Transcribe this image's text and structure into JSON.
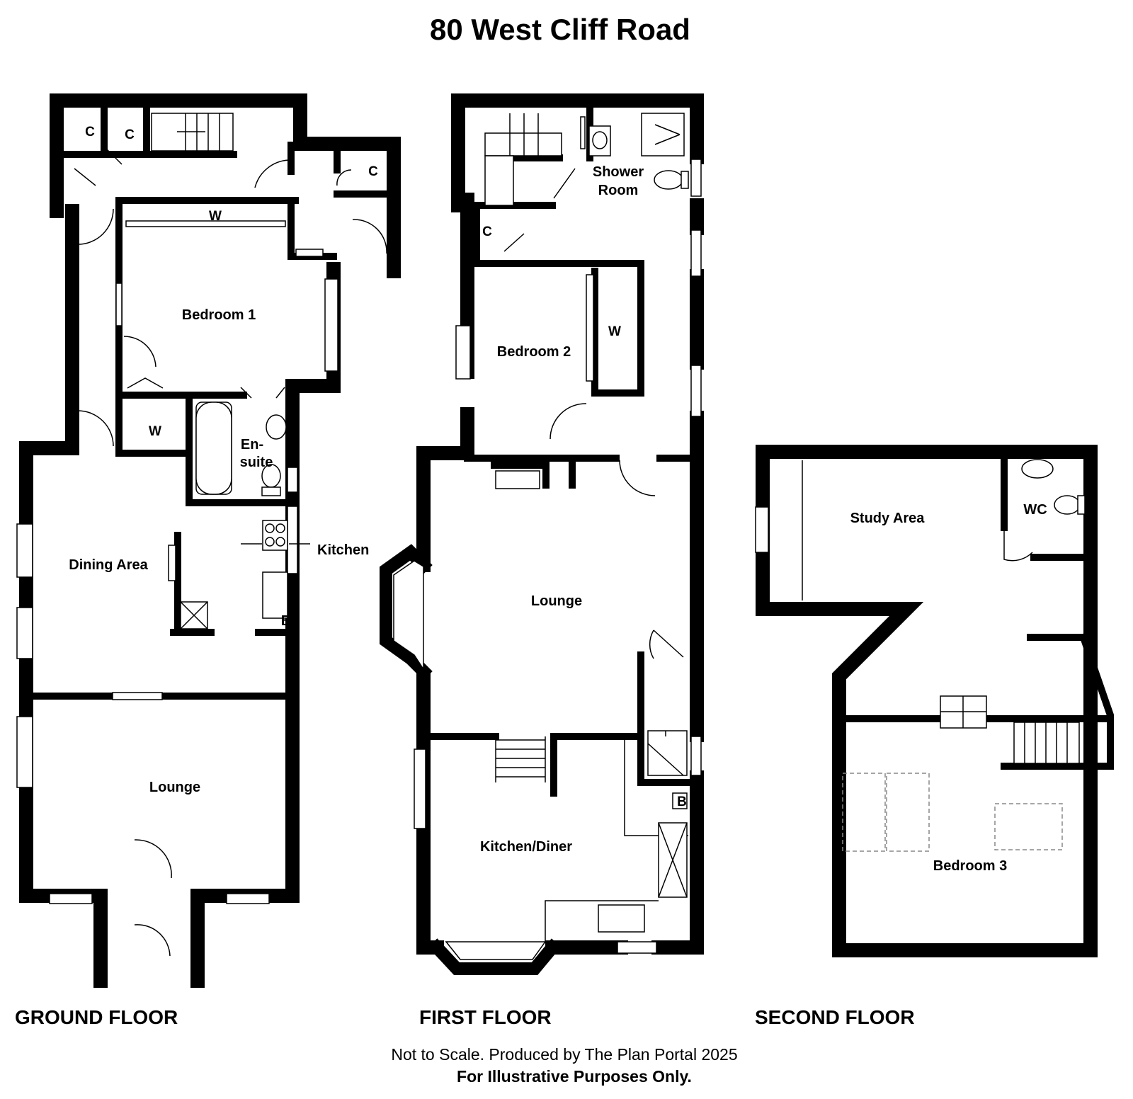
{
  "title": "80 West Cliff Road",
  "floors": {
    "ground": {
      "label": "GROUND FLOOR",
      "rooms": {
        "cupboard_1": "C",
        "cupboard_2": "C",
        "cupboard_3": "C",
        "wardrobe_1": "W",
        "bedroom_1": "Bedroom 1",
        "wardrobe_2": "W",
        "ensuite_1": "En-",
        "ensuite_2": "suite",
        "kitchen": "Kitchen",
        "boiler": "B",
        "dining_area": "Dining Area",
        "lounge": "Lounge"
      }
    },
    "first": {
      "label": "FIRST FLOOR",
      "rooms": {
        "shower_room_1": "Shower",
        "shower_room_2": "Room",
        "cupboard": "C",
        "bedroom_2": "Bedroom 2",
        "wardrobe": "W",
        "lounge": "Lounge",
        "kitchen_diner": "Kitchen/Diner",
        "boiler": "B"
      }
    },
    "second": {
      "label": "SECOND FLOOR",
      "rooms": {
        "study_area": "Study Area",
        "wc": "WC",
        "bedroom_3": "Bedroom 3"
      }
    }
  },
  "footer": {
    "line1": "Not to Scale. Produced by The Plan Portal 2025",
    "line2": "For Illustrative Purposes Only."
  }
}
